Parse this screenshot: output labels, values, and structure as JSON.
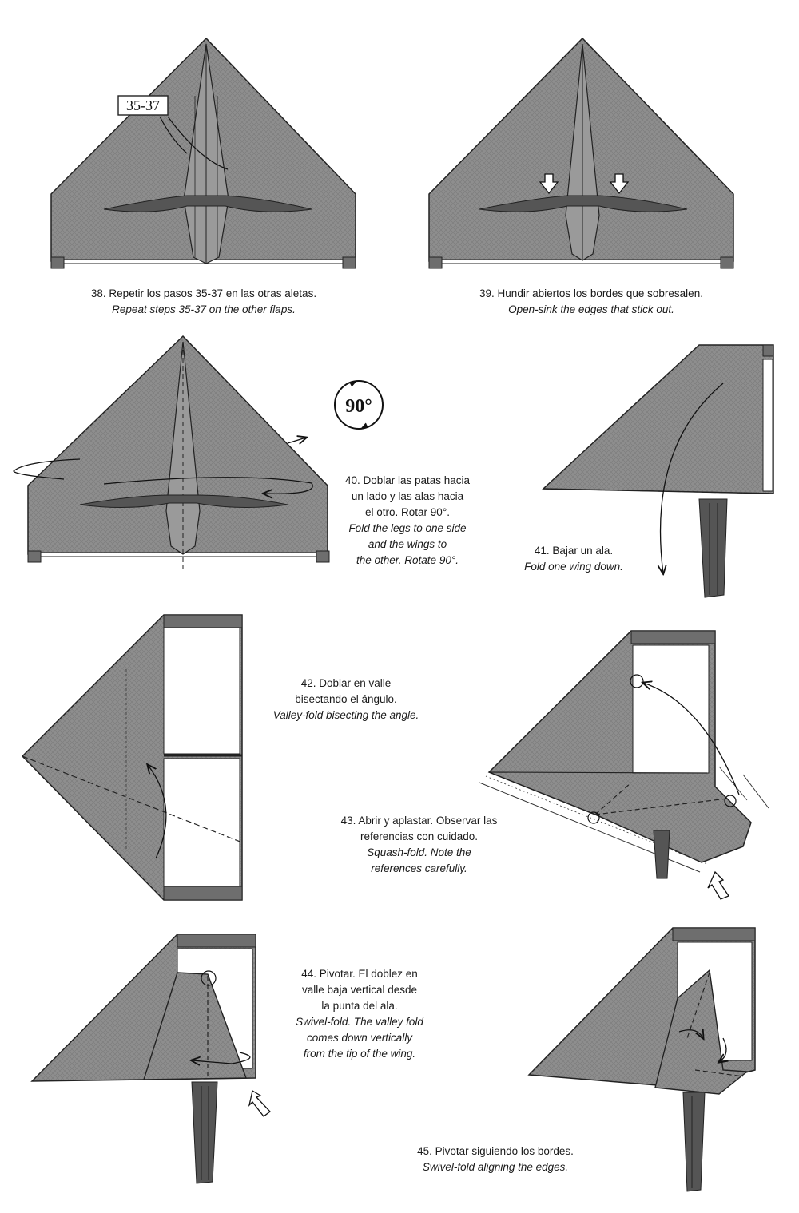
{
  "colors": {
    "paper": "#8c8c8c",
    "paper_dark": "#6e6e6e",
    "line": "#222222",
    "white": "#ffffff"
  },
  "steps": [
    {
      "id": "38",
      "es": "38. Repetir los pasos 35-37 en las otras aletas.",
      "en": "Repeat steps 35-37 on the other flaps.",
      "ref_label": "35-37"
    },
    {
      "id": "39",
      "es": "39. Hundir abiertos los bordes que sobresalen.",
      "en": "Open-sink the edges that stick out."
    },
    {
      "id": "40",
      "es_lines": [
        "40. Doblar las patas hacia",
        "un lado y las alas hacia",
        "el otro. Rotar 90°."
      ],
      "en_lines": [
        "Fold the legs to one side",
        "and the wings to",
        "the other. Rotate 90°."
      ],
      "rotate_label": "90°"
    },
    {
      "id": "41",
      "es": "41. Bajar un ala.",
      "en": "Fold one wing down."
    },
    {
      "id": "42",
      "es_lines": [
        "42. Doblar en valle",
        "bisectando el ángulo."
      ],
      "en_lines": [
        "Valley-fold bisecting the angle."
      ]
    },
    {
      "id": "43",
      "es_lines": [
        "43. Abrir y aplastar. Observar las",
        "referencias con cuidado."
      ],
      "en_lines": [
        "Squash-fold. Note the",
        "references carefully."
      ]
    },
    {
      "id": "44",
      "es_lines": [
        "44. Pivotar. El doblez en",
        "valle baja vertical desde",
        "la punta del ala."
      ],
      "en_lines": [
        "Swivel-fold. The valley fold",
        "comes down vertically",
        "from the tip of the wing."
      ]
    },
    {
      "id": "45",
      "es": "45. Pivotar siguiendo los bordes.",
      "en": "Swivel-fold aligning the edges."
    }
  ]
}
